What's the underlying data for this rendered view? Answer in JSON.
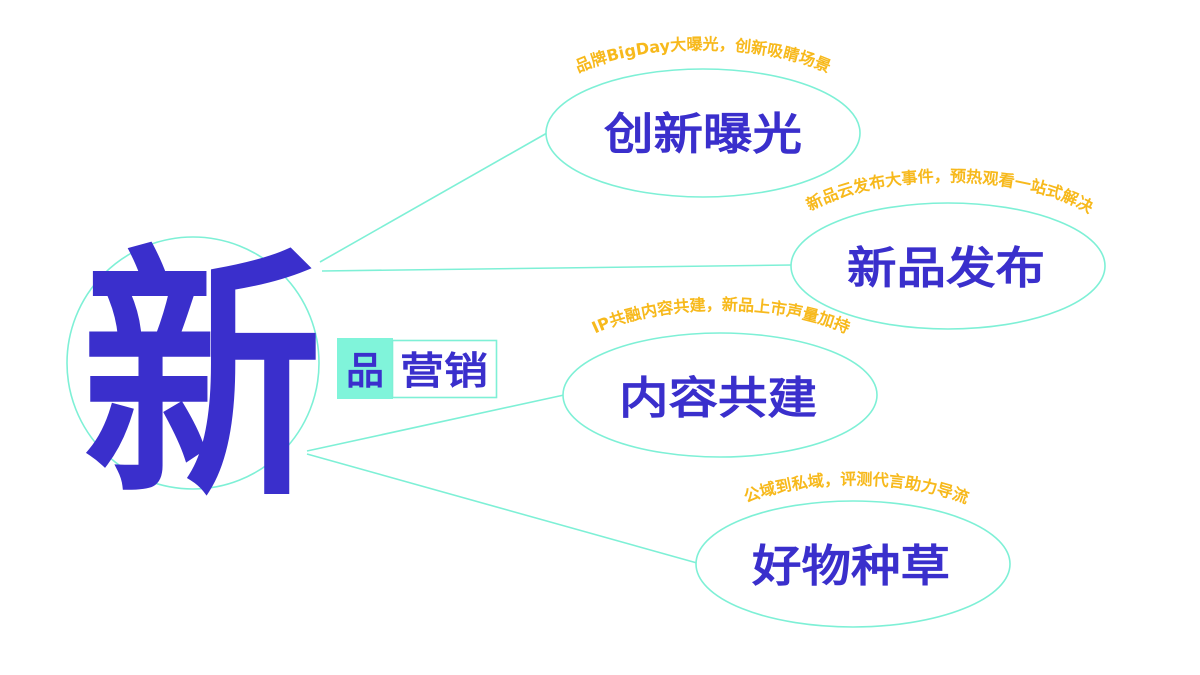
{
  "colors": {
    "primary": "#3a2fcc",
    "accent_mint": "#7ef0d6",
    "accent_fill": "#80f4da",
    "caption": "#f7b91c",
    "background": "#ffffff"
  },
  "hub": {
    "main_char": "新",
    "badge_highlight": "品",
    "badge_rest": "营销"
  },
  "nodes": [
    {
      "title": "创新曝光",
      "caption": "品牌BigDay大曝光，创新吸睛场景"
    },
    {
      "title": "新品发布",
      "caption": "新品云发布大事件，预热观看一站式解决"
    },
    {
      "title": "内容共建",
      "caption": "IP共融内容共建，新品上市声量加持"
    },
    {
      "title": "好物种草",
      "caption": "公域到私域，评测代言助力导流"
    }
  ]
}
